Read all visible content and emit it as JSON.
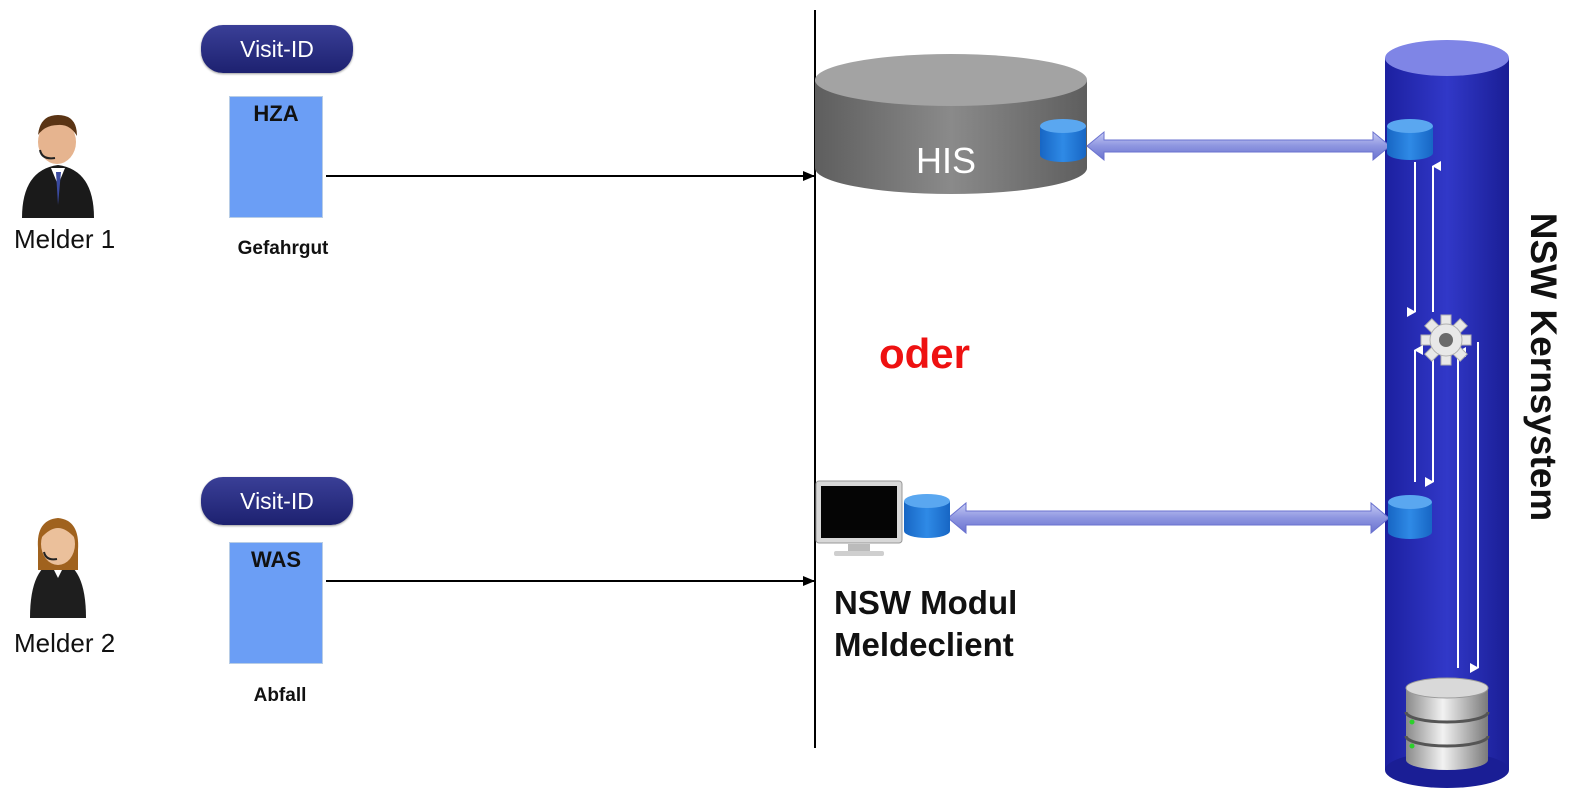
{
  "melders": [
    {
      "label": "Melder 1",
      "visit_id": "Visit-ID",
      "doc_code": "HZA",
      "doc_caption": "Gefahrgut",
      "doc_icon": "hazard-diamond-icon"
    },
    {
      "label": "Melder 2",
      "visit_id": "Visit-ID",
      "doc_code": "WAS",
      "doc_caption": "Abfall",
      "doc_icon": "trash-can-icon"
    }
  ],
  "his": {
    "label": "HIS"
  },
  "separator_text": "oder",
  "modul": {
    "line1": "NSW Modul",
    "line2": "Meldeclient"
  },
  "kernsystem": {
    "label": "NSW Kernsystem"
  },
  "colors": {
    "pill": "#23297a",
    "doc_card": "#6b9ef5",
    "his_cylinder": "#7a7a7a",
    "core_cylinder": "#2a30b8",
    "db_small": "#1f78d6",
    "oder_text": "#ee1111",
    "connector": "#9fa6e8"
  }
}
